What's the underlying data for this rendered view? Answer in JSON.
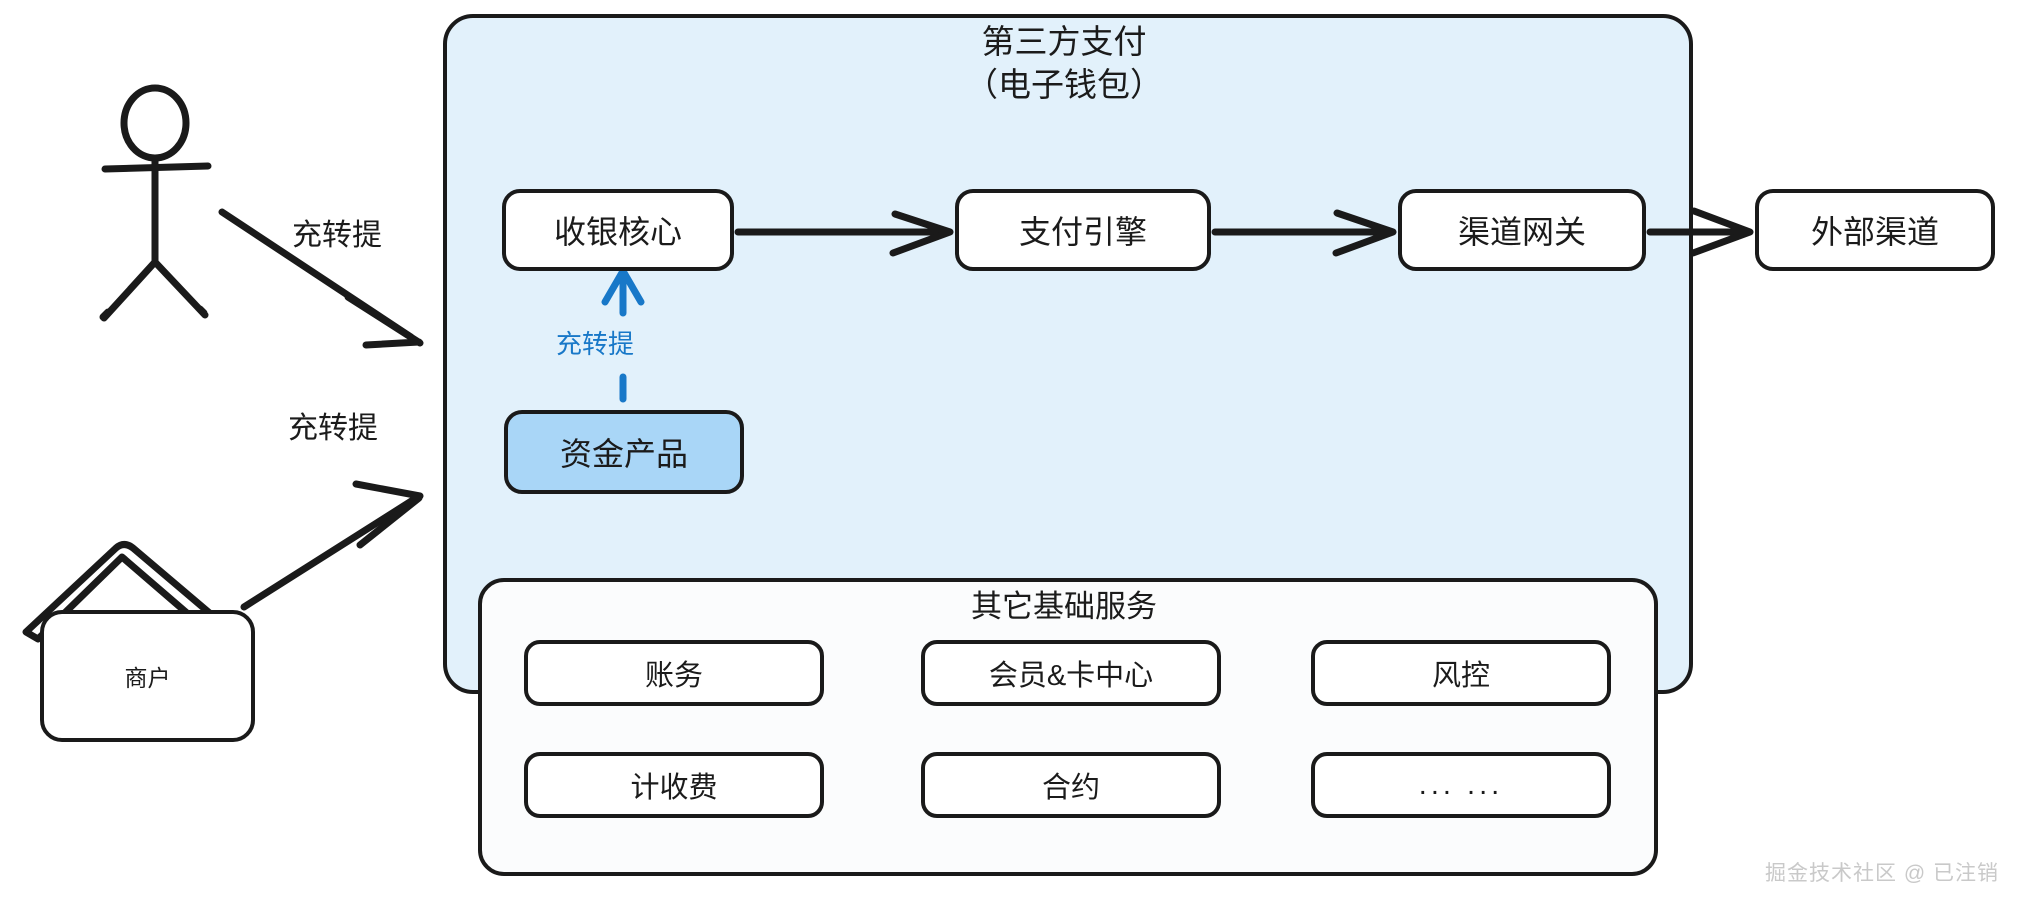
{
  "diagram": {
    "title_lines": [
      "第三方支付",
      "（电子钱包）"
    ],
    "services_group_title": "其它基础服务",
    "actors": {
      "user": {
        "icon": "stick-figure-actor-icon",
        "label": ""
      },
      "merchant": {
        "icon": "house-shape-icon",
        "label": "商户"
      }
    },
    "flow_nodes": [
      {
        "id": "cashier",
        "label": "收银核心",
        "fill": "#ffffff"
      },
      {
        "id": "engine",
        "label": "支付引擎",
        "fill": "#ffffff"
      },
      {
        "id": "gateway",
        "label": "渠道网关",
        "fill": "#ffffff"
      },
      {
        "id": "external",
        "label": "外部渠道",
        "fill": "#ffffff"
      }
    ],
    "fund_node": {
      "id": "fund",
      "label": "资金产品",
      "fill": "#a9d6f7"
    },
    "services": [
      {
        "id": "account",
        "label": "账务"
      },
      {
        "id": "member",
        "label": "会员&卡中心"
      },
      {
        "id": "risk",
        "label": "风控"
      },
      {
        "id": "fee",
        "label": "计收费"
      },
      {
        "id": "contract",
        "label": "合约"
      },
      {
        "id": "etc",
        "label": "... ..."
      }
    ],
    "edge_labels": [
      {
        "id": "user-flow",
        "text": "充转提",
        "color": "#1b1b1b"
      },
      {
        "id": "merchant-flow",
        "text": "充转提",
        "color": "#1b1b1b"
      },
      {
        "id": "fund-flow",
        "text": "充转提",
        "color": "#1878c8"
      }
    ],
    "colors": {
      "container_fill": "#e2f1fb",
      "stroke": "#1a1a1a",
      "highlight_fill": "#a9d6f7",
      "accent_blue": "#1878c8",
      "node_fill": "#ffffff",
      "watermark": "#c9c9c9"
    },
    "watermark": "掘金技术社区 @ 已注销"
  }
}
